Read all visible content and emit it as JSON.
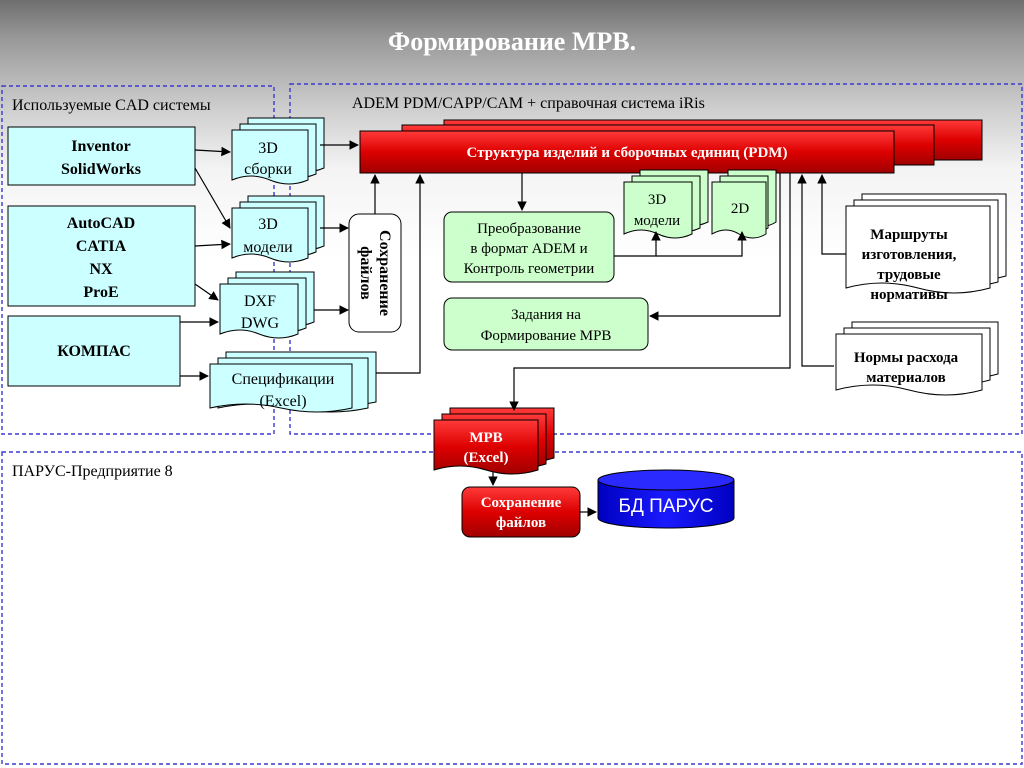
{
  "title": "Формирование МРВ.",
  "regions": {
    "cad_label": "Используемые CAD системы",
    "adem_label": "ADEM PDM/CAPP/CAM + справочная система iRis",
    "parus_label": "ПАРУС-Предприятие 8"
  },
  "cad_systems": {
    "group1": [
      "Inventor",
      "SolidWorks"
    ],
    "group2": [
      "AutoCAD",
      "CATIA",
      "NX",
      "ProE"
    ],
    "group3": [
      "КОМПАС"
    ]
  },
  "docs": {
    "assemblies": [
      "3D",
      "сборки"
    ],
    "models": [
      "3D",
      "модели"
    ],
    "dxf": [
      "DXF",
      "DWG"
    ],
    "specs": [
      "Спецификации",
      "(Excel)"
    ]
  },
  "save_files_vertical": [
    "Сохранение",
    "файлов"
  ],
  "pdm_structure": "Структура изделий и сборочных единиц (PDM)",
  "convert_box": [
    "Преобразование",
    "в формат ADEM и",
    "Контроль геометрии"
  ],
  "pdm_docs": {
    "models3d": [
      "3D",
      "модели"
    ],
    "doc2d": "2D"
  },
  "tasks_box": [
    "Задания на",
    "Формирование МРВ"
  ],
  "routes": [
    "Маршруты",
    "изготовления,",
    "трудовые",
    "нормативы"
  ],
  "norms": [
    "Нормы расхода",
    "материалов"
  ],
  "mrv": [
    "МРВ",
    "(Excel)"
  ],
  "save_files_red": [
    "Сохранение",
    "файлов"
  ],
  "db_parus": "БД ПАРУС",
  "colors": {
    "cyan_fill": "#ccffff",
    "green_fill": "#ccffcc",
    "red_fill": "#e00000",
    "db_fill": "#0000dd",
    "dashed_border": "#3a3ad0"
  }
}
